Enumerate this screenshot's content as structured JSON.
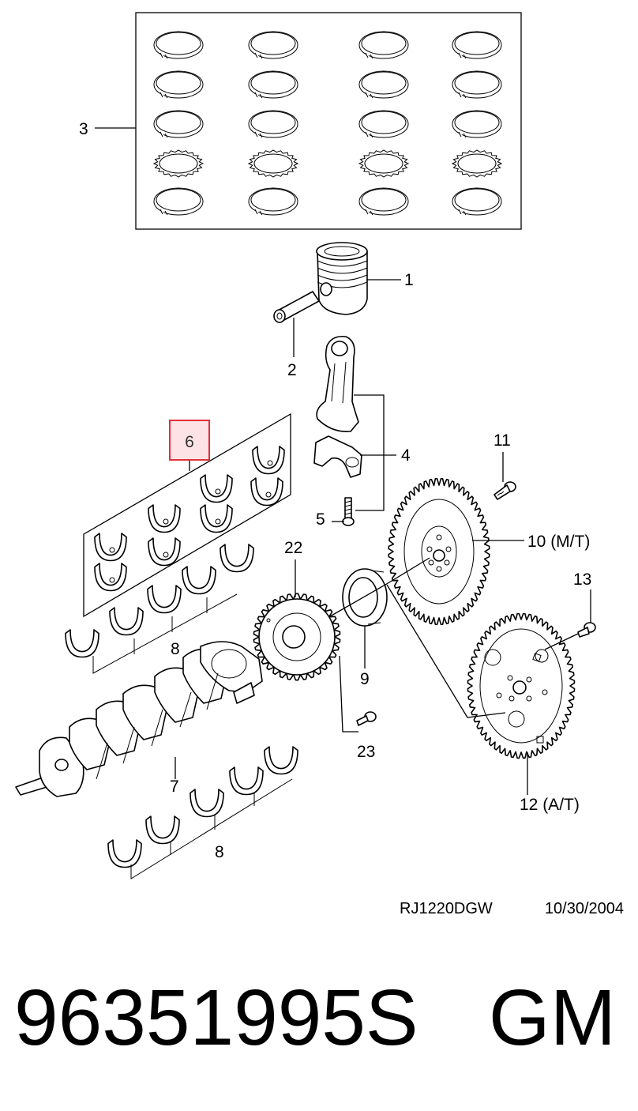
{
  "callouts": {
    "c1": "1",
    "c2": "2",
    "c3": "3",
    "c4": "4",
    "c5": "5",
    "c6": "6",
    "c7": "7",
    "c8a": "8",
    "c8b": "8",
    "c9": "9",
    "c10": "10 (M/T)",
    "c11": "11",
    "c12": "12 (A/T)",
    "c13": "13",
    "c22": "22",
    "c23": "23"
  },
  "highlight": {
    "callout": "6",
    "color": "#e0303a",
    "fill": "#fde3e6"
  },
  "footer": {
    "code": "RJ1220DGW",
    "date": "10/30/2004"
  },
  "part": {
    "number": "96351995S",
    "brand": "GM"
  }
}
